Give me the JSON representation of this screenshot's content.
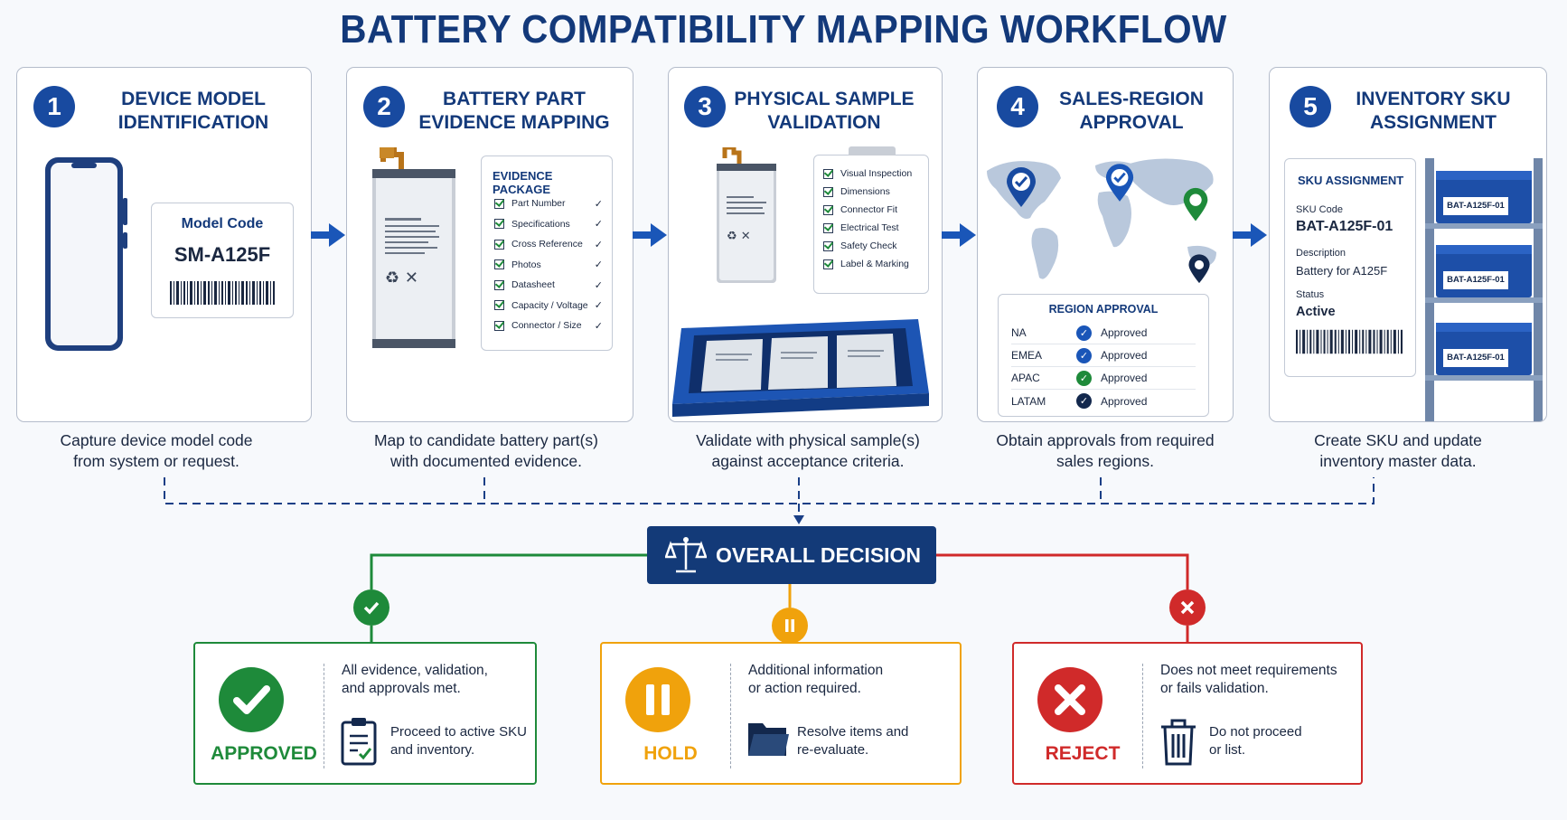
{
  "title": "BATTERY COMPATIBILITY MAPPING WORKFLOW",
  "steps": [
    {
      "num": "1",
      "title_l1": "DEVICE MODEL",
      "title_l2": "IDENTIFICATION",
      "desc_l1": "Capture device model code",
      "desc_l2": "from system or request."
    },
    {
      "num": "2",
      "title_l1": "BATTERY PART",
      "title_l2": "EVIDENCE MAPPING",
      "desc_l1": "Map to candidate battery part(s)",
      "desc_l2": "with documented evidence."
    },
    {
      "num": "3",
      "title_l1": "PHYSICAL SAMPLE",
      "title_l2": "VALIDATION",
      "desc_l1": "Validate with physical sample(s)",
      "desc_l2": "against acceptance criteria."
    },
    {
      "num": "4",
      "title_l1": "SALES-REGION",
      "title_l2": "APPROVAL",
      "desc_l1": "Obtain approvals from required",
      "desc_l2": "sales regions."
    },
    {
      "num": "5",
      "title_l1": "INVENTORY SKU",
      "title_l2": "ASSIGNMENT",
      "desc_l1": "Create SKU and update",
      "desc_l2": "inventory master data."
    }
  ],
  "model_card": {
    "label": "Model Code",
    "value": "SM-A125F"
  },
  "evidence": {
    "title": "EVIDENCE PACKAGE",
    "items": [
      "Part Number",
      "Specifications",
      "Cross Reference",
      "Photos",
      "Datasheet",
      "Capacity / Voltage",
      "Connector / Size"
    ],
    "tick": "✓"
  },
  "validation": {
    "items": [
      "Visual Inspection",
      "Dimensions",
      "Connector Fit",
      "Electrical Test",
      "Safety Check",
      "Label & Marking"
    ]
  },
  "region": {
    "title": "REGION APPROVAL",
    "rows": [
      {
        "name": "NA",
        "status": "Approved",
        "color": "#1a56b8"
      },
      {
        "name": "EMEA",
        "status": "Approved",
        "color": "#1a56b8"
      },
      {
        "name": "APAC",
        "status": "Approved",
        "color": "#1e8a3a"
      },
      {
        "name": "LATAM",
        "status": "Approved",
        "color": "#13284d"
      }
    ]
  },
  "sku": {
    "title": "SKU ASSIGNMENT",
    "code_label": "SKU Code",
    "code": "BAT-A125F-01",
    "desc_label": "Description",
    "desc": "Battery for A125F",
    "status_label": "Status",
    "status": "Active",
    "bin_label": "BAT-A125F-01"
  },
  "decision": {
    "label": "OVERALL DECISION"
  },
  "outcomes": [
    {
      "label": "APPROVED",
      "text1_l1": "All evidence, validation,",
      "text1_l2": "and approvals met.",
      "text2_l1": "Proceed to active SKU",
      "text2_l2": "and inventory.",
      "color": "#1e8a3a"
    },
    {
      "label": "HOLD",
      "text1_l1": "Additional information",
      "text1_l2": "or action required.",
      "text2_l1": "Resolve items and",
      "text2_l2": "re-evaluate.",
      "color": "#f0a20c"
    },
    {
      "label": "REJECT",
      "text1_l1": "Does not meet requirements",
      "text1_l2": "or fails validation.",
      "text2_l1": "Do not proceed",
      "text2_l2": "or list.",
      "color": "#d02a2a"
    }
  ],
  "colors": {
    "primary": "#13397a",
    "approved": "#1e8a3a",
    "hold": "#f0a20c",
    "reject": "#d02a2a"
  }
}
